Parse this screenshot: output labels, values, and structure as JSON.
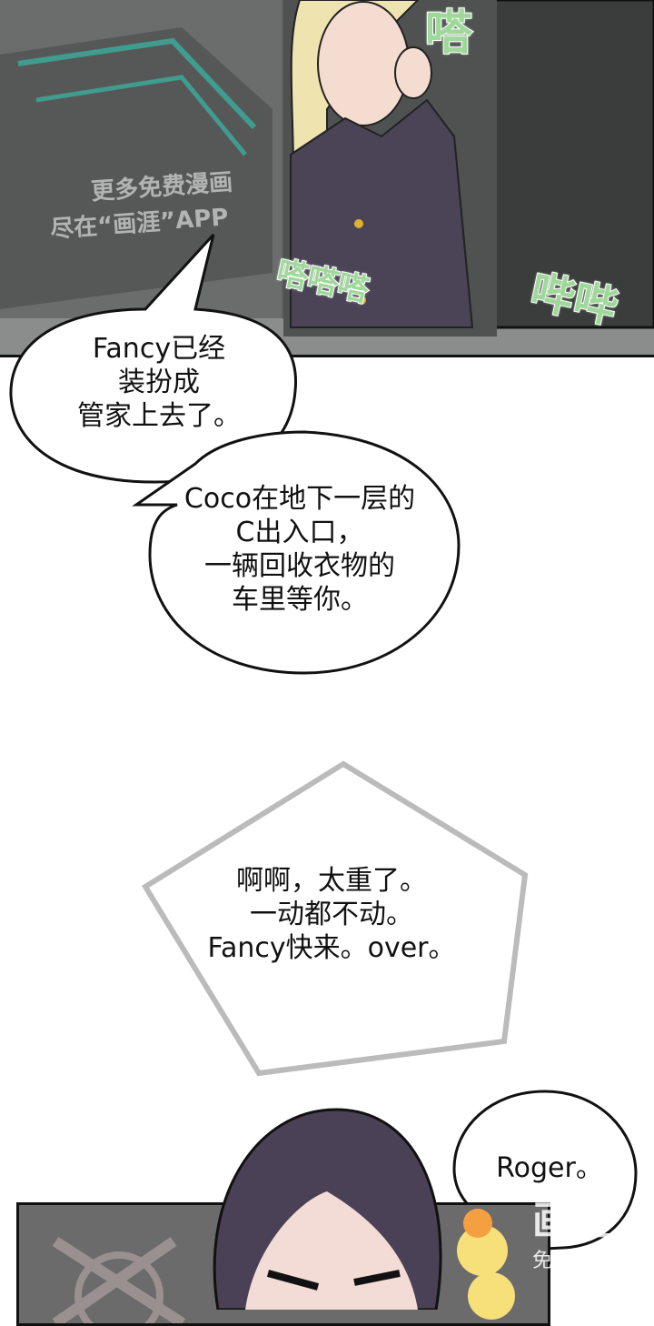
{
  "panel_top": {
    "sfx": [
      "嗒",
      "嗒嗒嗒",
      "哔哔"
    ],
    "watermark": [
      "更多免费漫画",
      "尽在“画涯”APP"
    ]
  },
  "bubbles": [
    {
      "lines": [
        "Fancy已经",
        "装扮成",
        "管家上去了。"
      ]
    },
    {
      "lines": [
        "Coco在地下一层的",
        "C出入口，",
        "一辆回收衣物的",
        "车里等你。"
      ]
    },
    {
      "lines": [
        "啊啊，太重了。",
        "一动都不动。",
        "Fancy快来。over。"
      ]
    },
    {
      "lines": [
        "Roger。"
      ]
    }
  ],
  "logo_watermark": {
    "title": "画涯",
    "subtitle": "免费漫画"
  },
  "colors": {
    "sfx": "#9fd89a",
    "hair_blonde": "#efe3b0",
    "jacket": "#4a4456",
    "bg_dark": "#5a5c5a"
  }
}
